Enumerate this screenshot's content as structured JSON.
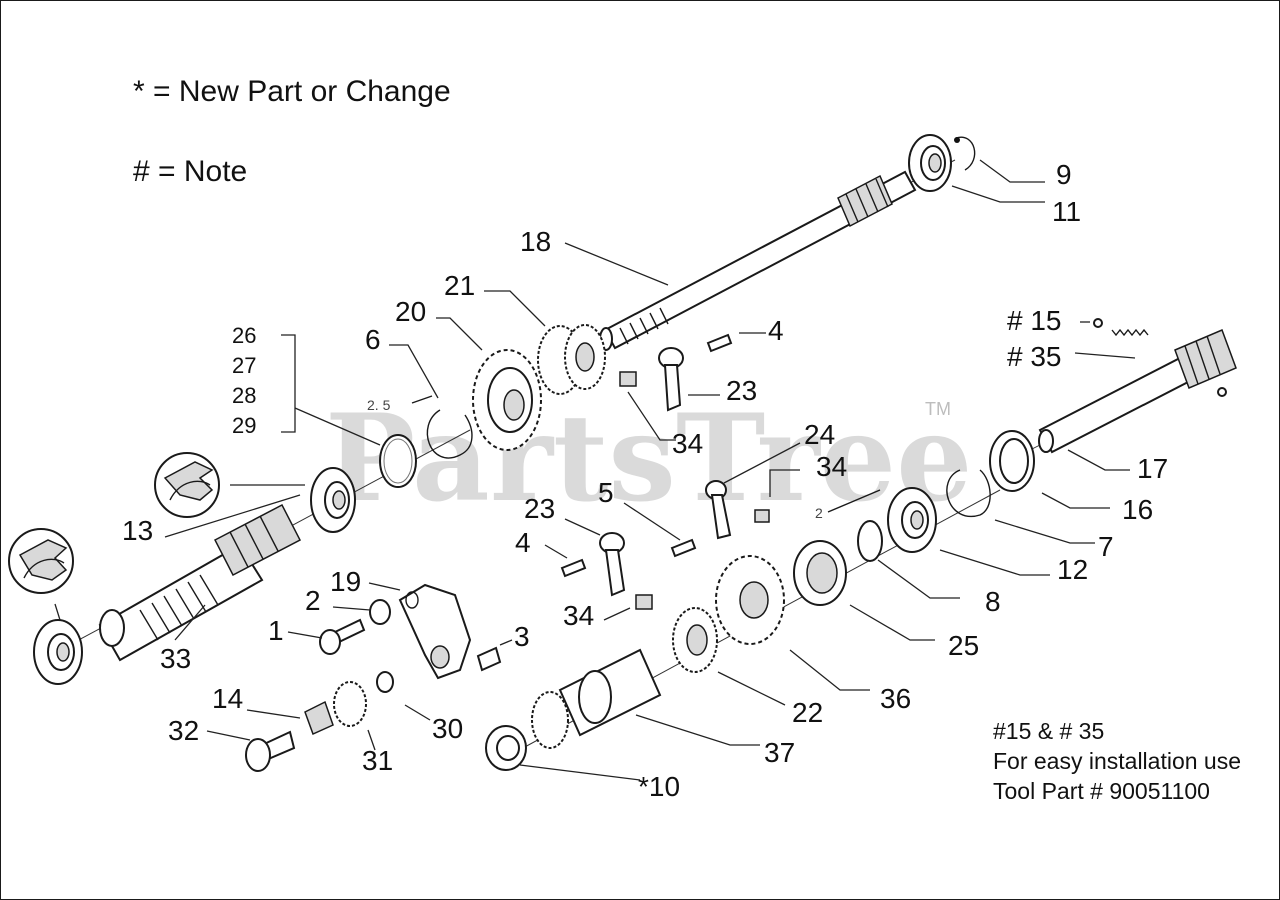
{
  "legend": {
    "new_part": "* = New Part or Change",
    "note": "# = Note"
  },
  "watermark": {
    "text": "PartsTree",
    "tm": "TM"
  },
  "note": {
    "line1": "#15 &  # 35",
    "line2": "For easy installation use",
    "line3": "Tool Part # 90051100"
  },
  "callouts": {
    "p1": "1",
    "p2": "2",
    "p3": "3",
    "p4a": "4",
    "p4b": "4",
    "p5": "5",
    "p6": "6",
    "p7": "7",
    "p8": "8",
    "p9": "9",
    "p10": "*10",
    "p11": "11",
    "p12": "12",
    "p13": "13",
    "p14": "14",
    "p15": "# 15",
    "p16": "16",
    "p17": "17",
    "p18": "18",
    "p19": "19",
    "p20": "20",
    "p21": "21",
    "p22": "22",
    "p23a": "23",
    "p23b": "23",
    "p24": "24",
    "p25": "25",
    "p26": "26",
    "p27": "27",
    "p28": "28",
    "p29": "29",
    "p30": "30",
    "p31": "31",
    "p32": "32",
    "p33": "33",
    "p34a": "34",
    "p34b": "34",
    "p34c": "34",
    "p35": "# 35",
    "p36": "36",
    "p37": "37",
    "s25": "2. 5",
    "s2": "2"
  }
}
